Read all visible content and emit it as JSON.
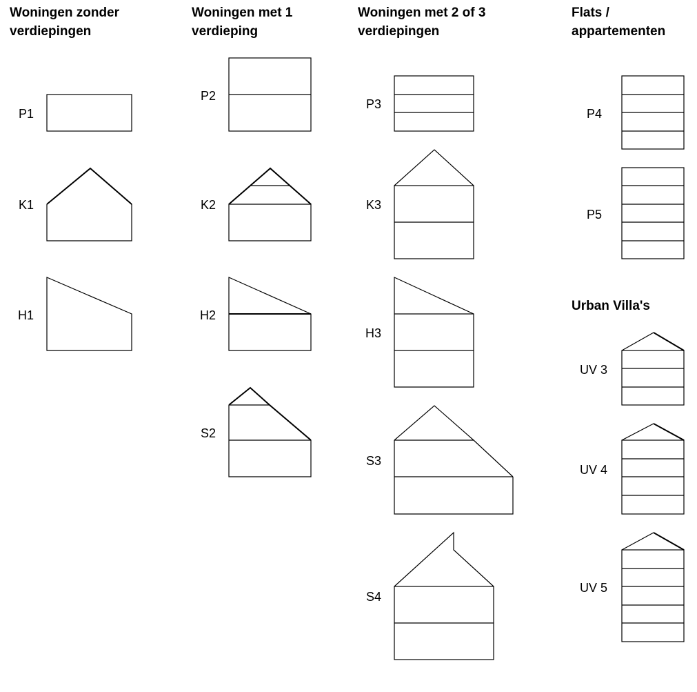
{
  "headings": {
    "col1": "Woningen zonder verdiepingen",
    "col2": "Woningen met 1 verdieping",
    "col3": "Woningen met 2 of 3 verdiepingen",
    "col4": "Flats / appartementen",
    "urban": "Urban Villa's"
  },
  "labels": {
    "p1": "P1",
    "k1": "K1",
    "h1": "H1",
    "p2": "P2",
    "k2": "K2",
    "h2": "H2",
    "s2": "S2",
    "p3": "P3",
    "k3": "K3",
    "h3": "H3",
    "s3": "S3",
    "s4": "S4",
    "p4": "P4",
    "p5": "P5",
    "uv3": "UV 3",
    "uv4": "UV 4",
    "uv5": "UV 5"
  }
}
